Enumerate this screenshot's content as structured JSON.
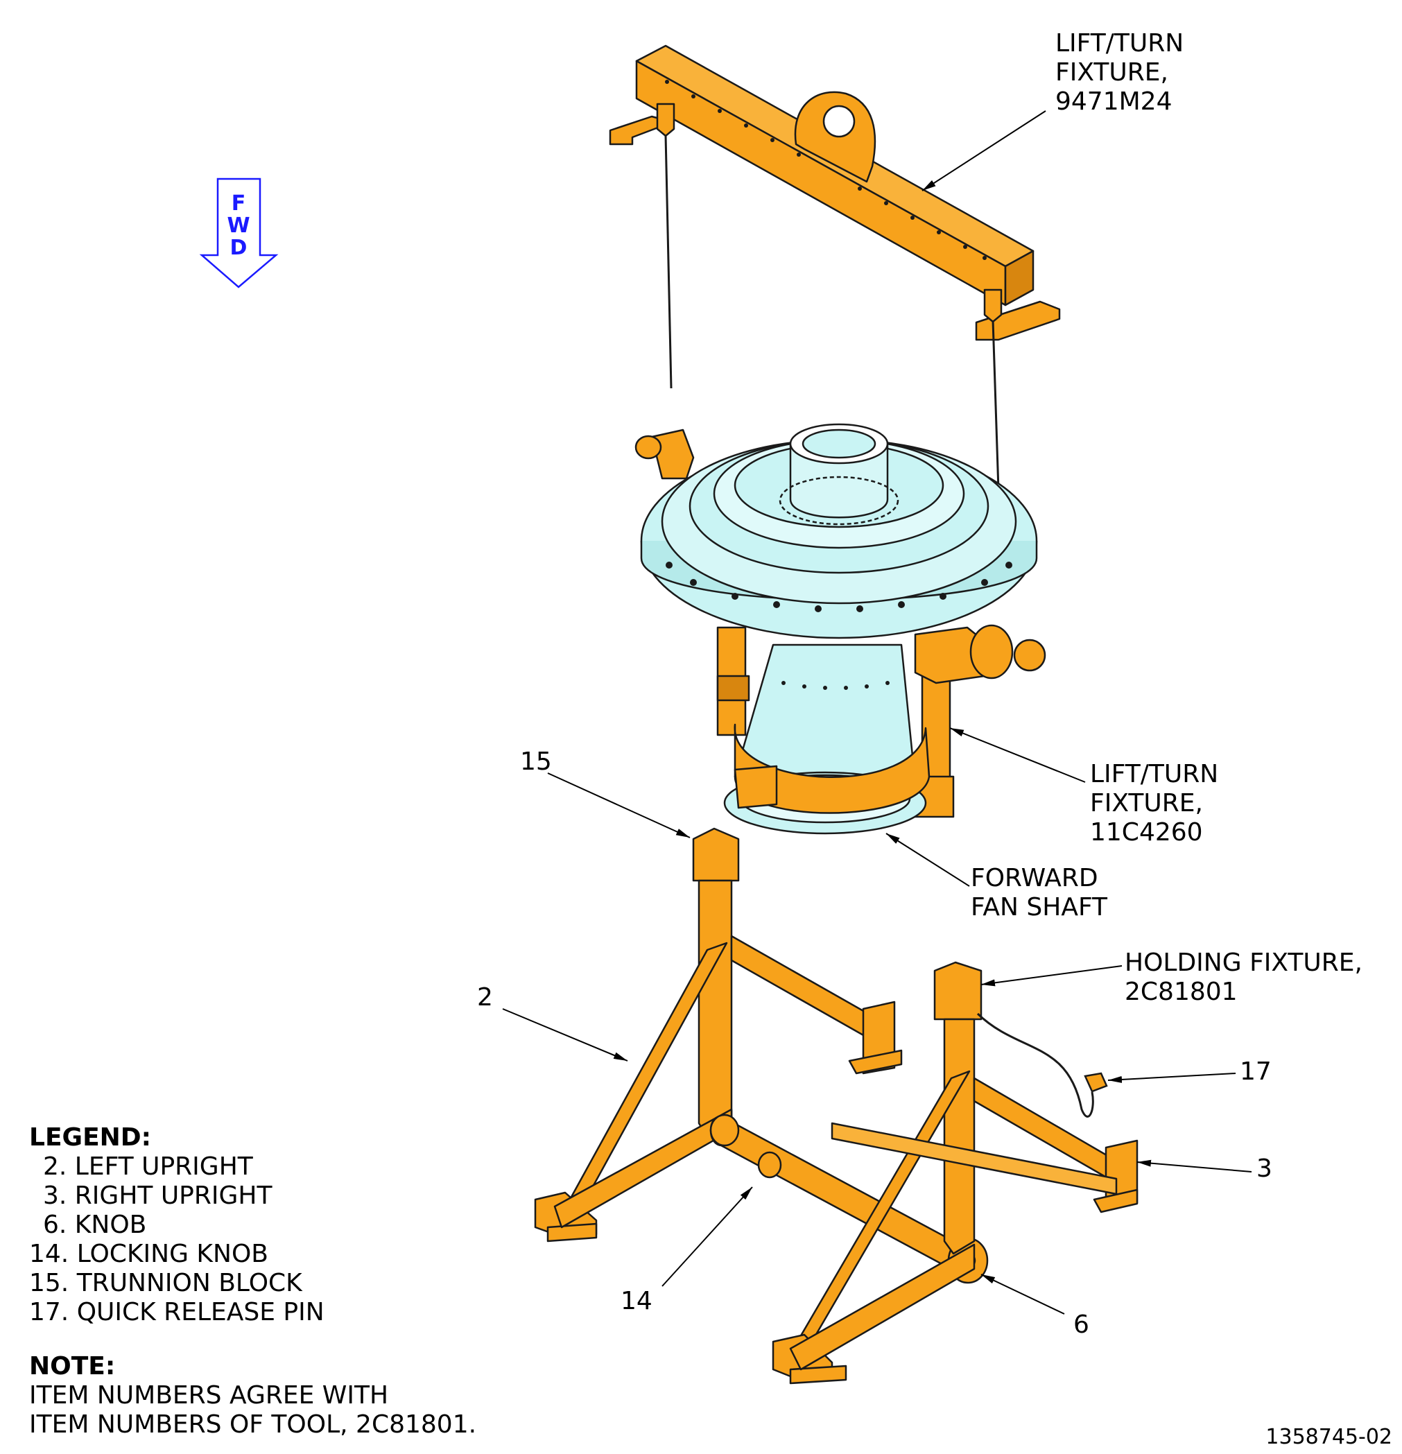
{
  "callouts": {
    "lift_turn_top": [
      "LIFT/TURN",
      "FIXTURE,",
      "9471M24"
    ],
    "lift_turn_mid": [
      "LIFT/TURN",
      "FIXTURE,",
      "11C4260"
    ],
    "forward_fan_shaft": [
      "FORWARD",
      "FAN SHAFT"
    ],
    "holding_fixture": [
      "HOLDING FIXTURE,",
      "2C81801"
    ],
    "item_15": "15",
    "item_2": "2",
    "item_17": "17",
    "item_3": "3",
    "item_14": "14",
    "item_6": "6"
  },
  "fwd_arrow": {
    "letters": [
      "F",
      "W",
      "D"
    ],
    "color": "#1a1aff"
  },
  "legend": {
    "title": "LEGEND:",
    "items": [
      "2. LEFT UPRIGHT",
      "3. RIGHT UPRIGHT",
      "6. KNOB",
      "14. LOCKING KNOB",
      "15. TRUNNION BLOCK",
      "17. QUICK RELEASE PIN"
    ]
  },
  "note": {
    "title": "NOTE:",
    "lines": [
      "ITEM NUMBERS AGREE WITH",
      "ITEM NUMBERS OF TOOL, 2C81801."
    ]
  },
  "figure_number": "1358745-02",
  "colors": {
    "fixture": "#f7a21b",
    "fixture_dark": "#d8860f",
    "shaft": "#c9f4f4",
    "outline": "#1a1a1a"
  }
}
